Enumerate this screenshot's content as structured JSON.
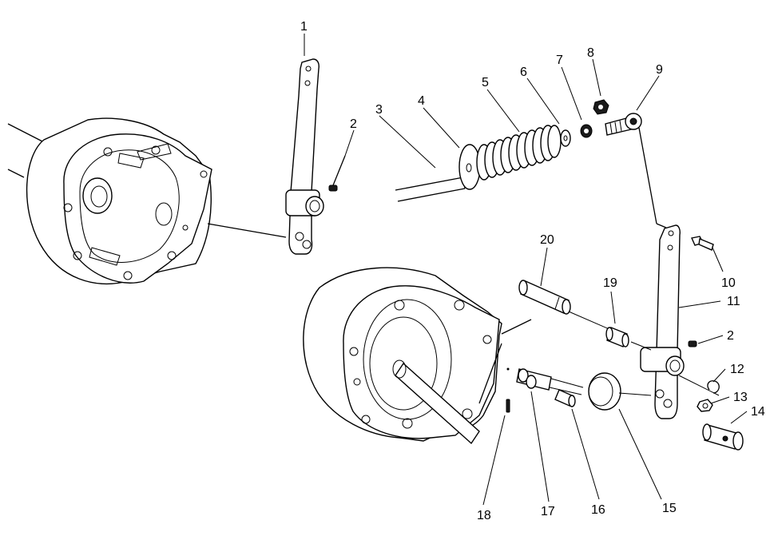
{
  "diagram": {
    "callouts": [
      {
        "number": "1"
      },
      {
        "number": "2"
      },
      {
        "number": "3"
      },
      {
        "number": "4"
      },
      {
        "number": "5"
      },
      {
        "number": "6"
      },
      {
        "number": "7"
      },
      {
        "number": "8"
      },
      {
        "number": "9"
      },
      {
        "number": "10"
      },
      {
        "number": "11"
      },
      {
        "number": "2"
      },
      {
        "number": "12"
      },
      {
        "number": "13"
      },
      {
        "number": "14"
      },
      {
        "number": "15"
      },
      {
        "number": "16"
      },
      {
        "number": "17"
      },
      {
        "number": "18"
      },
      {
        "number": "19"
      },
      {
        "number": "20"
      }
    ]
  }
}
